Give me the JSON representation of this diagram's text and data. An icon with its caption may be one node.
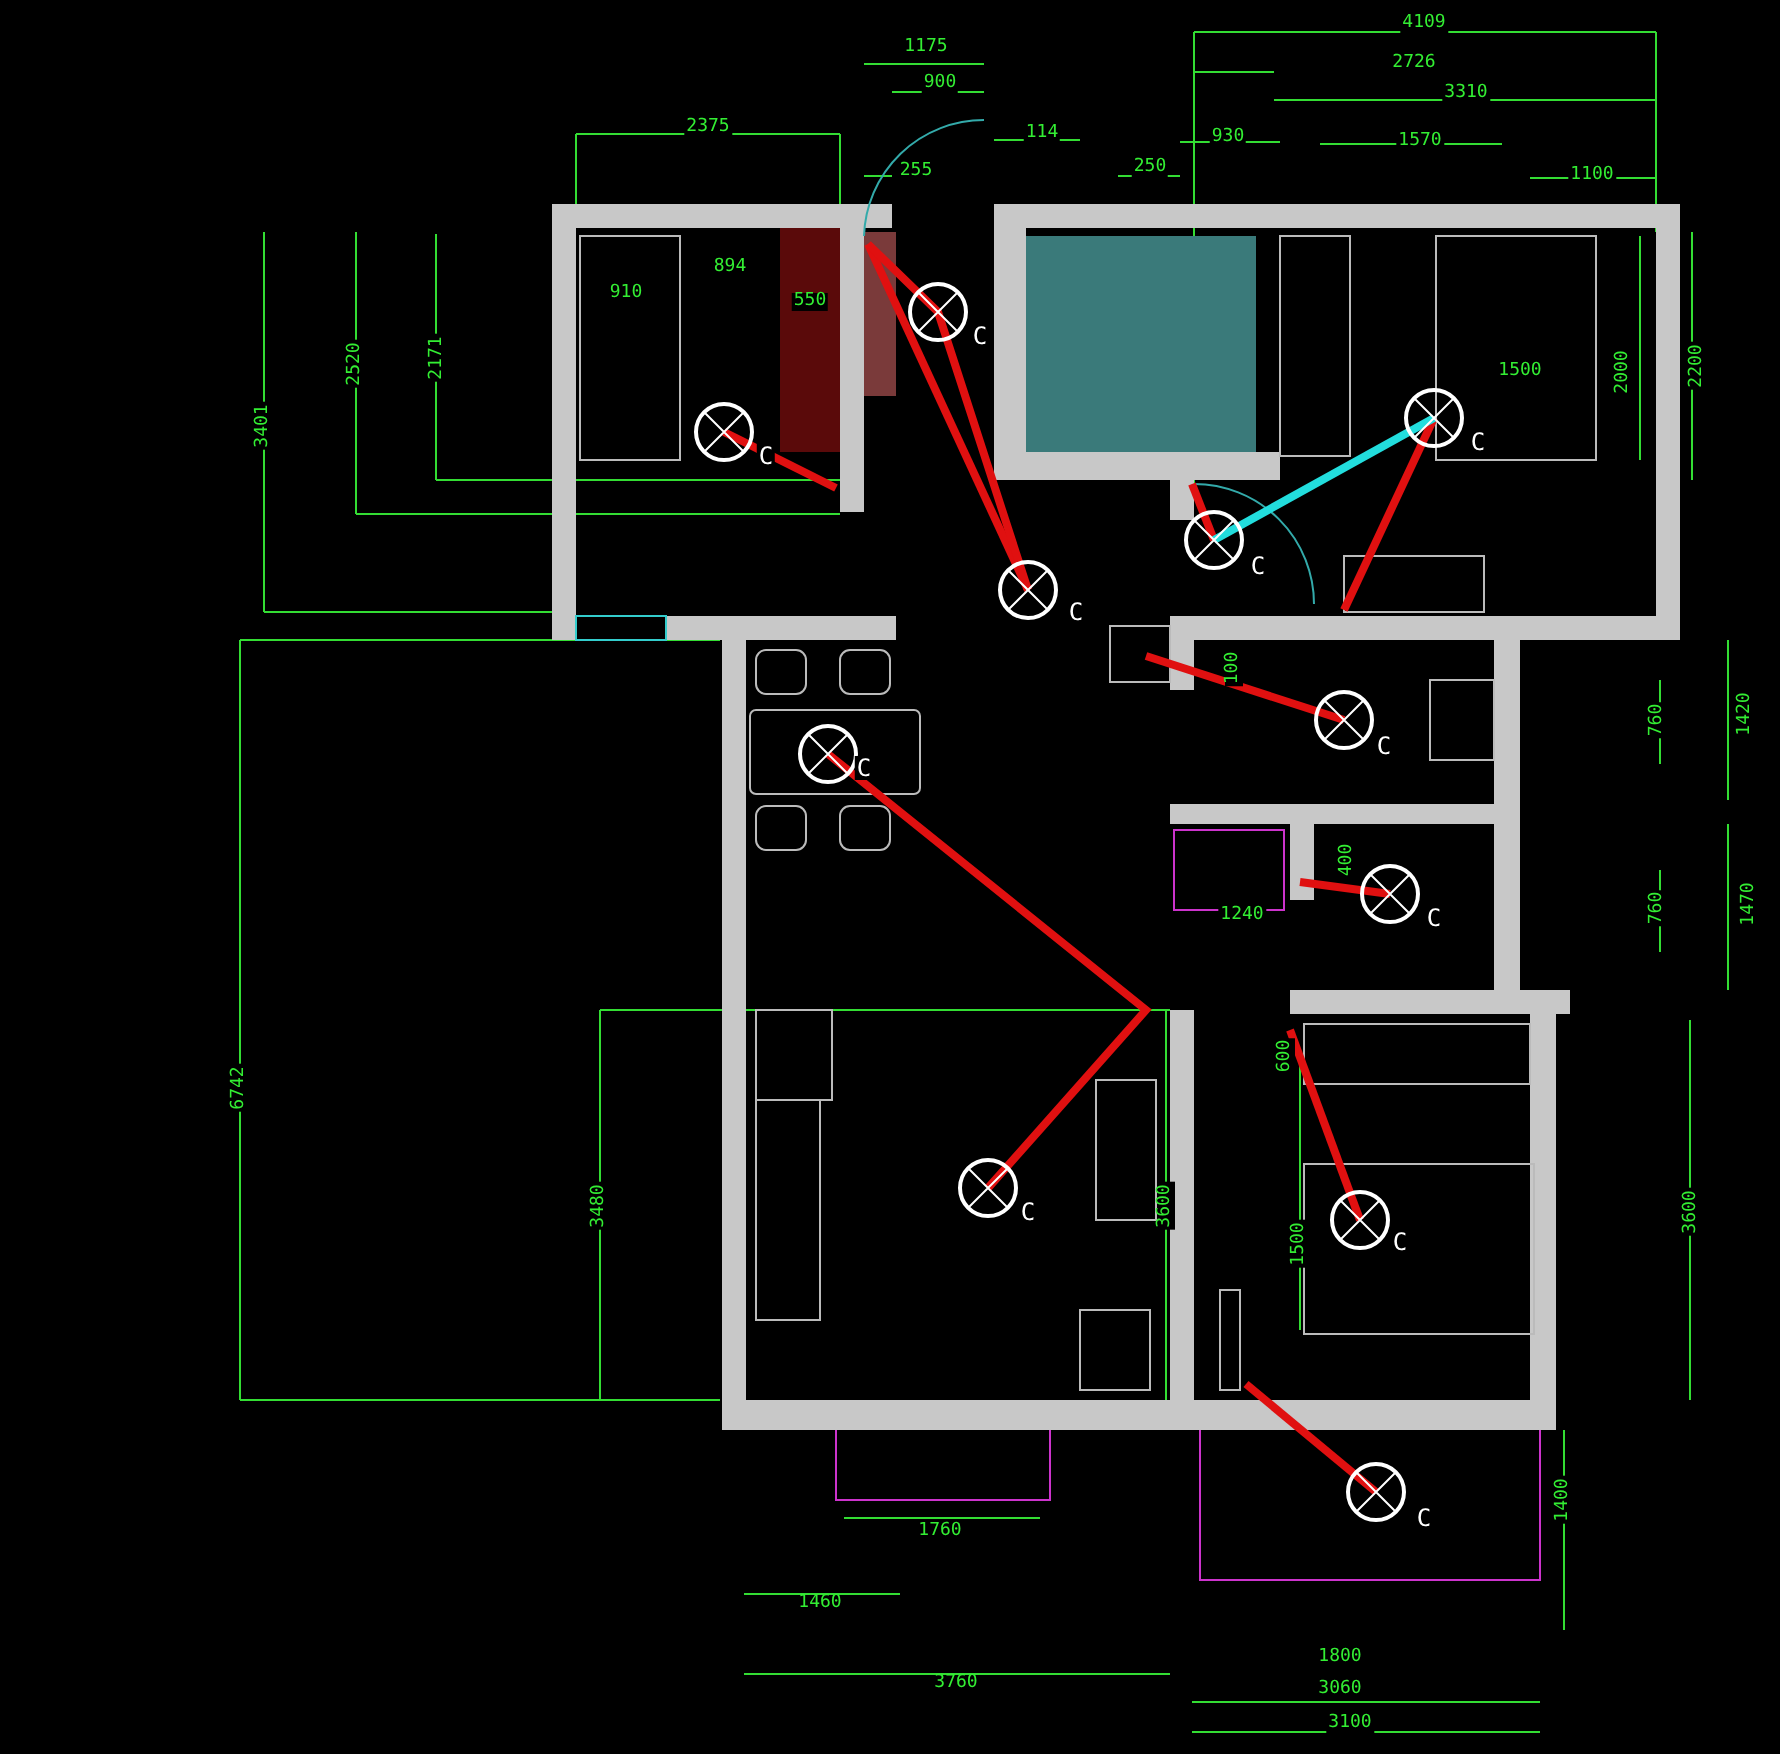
{
  "diagram": {
    "labels": [
      "1175",
      "900",
      "4109",
      "2726",
      "3310",
      "2375",
      "114",
      "250",
      "930",
      "1570",
      "255",
      "1100",
      "894",
      "910",
      "550",
      "1500",
      "C",
      "C",
      "C",
      "C",
      "C",
      "C",
      "3401",
      "2520",
      "2171",
      "2000",
      "2200",
      "100",
      "760",
      "1420",
      "C",
      "400",
      "1240",
      "C",
      "760",
      "1470",
      "6742",
      "600",
      "3480",
      "3600",
      "3600",
      "C",
      "1500",
      "C",
      "1400",
      "C",
      "1760",
      "1460",
      "1800",
      "3760",
      "3060",
      "3100"
    ]
  }
}
